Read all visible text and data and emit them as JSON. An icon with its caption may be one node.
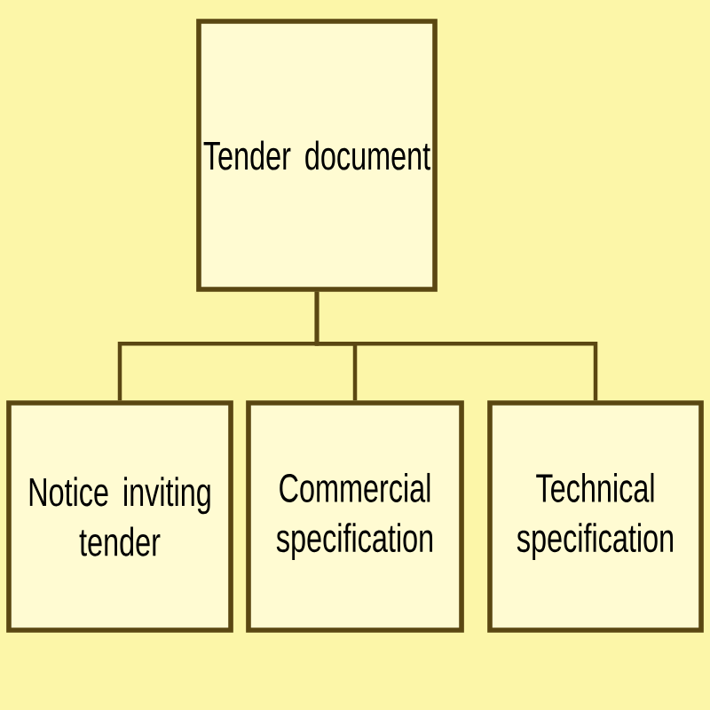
{
  "diagram": {
    "nodes": [
      {
        "text": [
          "Tender document"
        ]
      },
      {
        "text": [
          "Notice inviting tender"
        ]
      },
      {
        "text": [
          "Commercial specification"
        ]
      },
      {
        "text": [
          "Technical specification"
        ]
      }
    ],
    "edges": [
      {
        "from": 0,
        "to": 1,
        "arrow": "none"
      },
      {
        "from": 0,
        "to": 2,
        "arrow": "none"
      },
      {
        "from": 0,
        "to": 3,
        "arrow": "none"
      }
    ]
  }
}
